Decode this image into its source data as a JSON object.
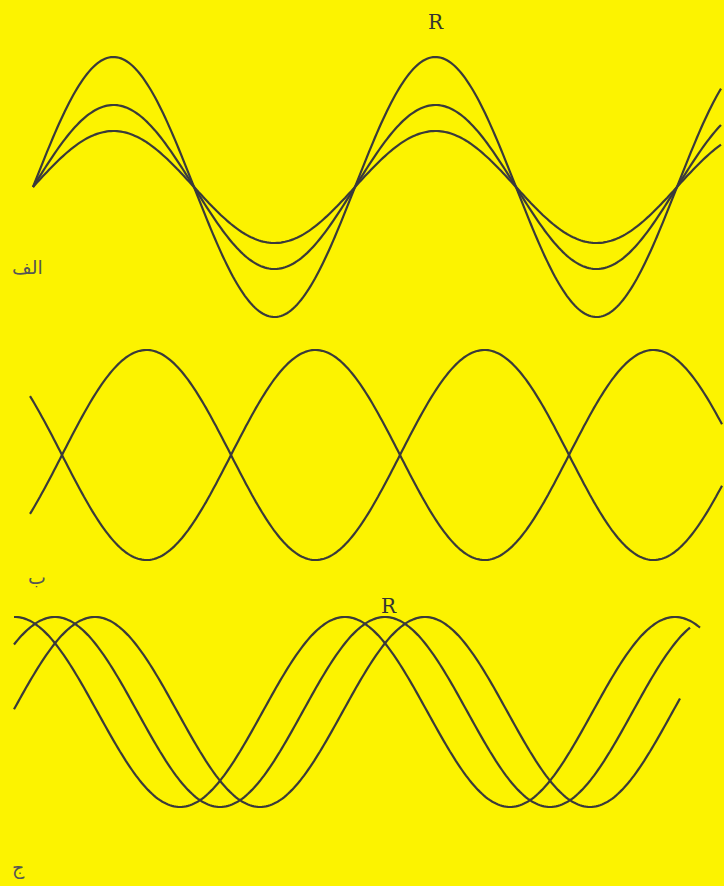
{
  "diagram": {
    "labels": [
      "R",
      "الف",
      "ب",
      "R",
      "ج"
    ]
  }
}
